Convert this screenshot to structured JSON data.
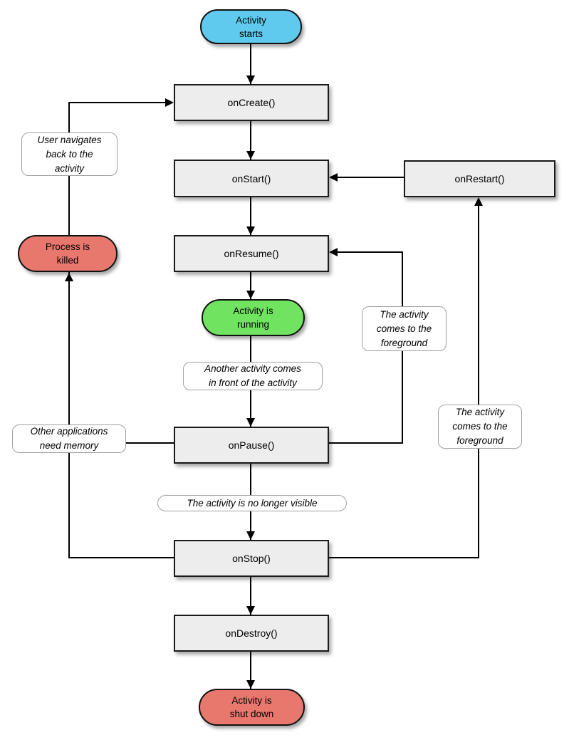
{
  "colors": {
    "start_fill": "#5FC9EE",
    "running_fill": "#70E361",
    "terminal_red_fill": "#E8786E",
    "process_fill": "#EDEDED"
  },
  "nodes": {
    "activity_starts": "Activity\nstarts",
    "on_create": "onCreate()",
    "on_start": "onStart()",
    "on_restart": "onRestart()",
    "on_resume": "onResume()",
    "activity_running": "Activity is\nrunning",
    "on_pause": "onPause()",
    "on_stop": "onStop()",
    "on_destroy": "onDestroy()",
    "process_killed": "Process is\nkilled",
    "activity_shut_down": "Activity is\nshut down"
  },
  "notes": {
    "user_navigates_back": "User navigates\nback to the\nactivity",
    "comes_to_foreground_upper": "The activity\ncomes to the\nforeground",
    "another_activity_in_front": "Another activity comes\nin front of the activity",
    "other_apps_need_memory": "Other applications\nneed memory",
    "no_longer_visible": "The activity is no longer visible",
    "comes_to_foreground_lower": "The activity\ncomes to the\nforeground"
  }
}
